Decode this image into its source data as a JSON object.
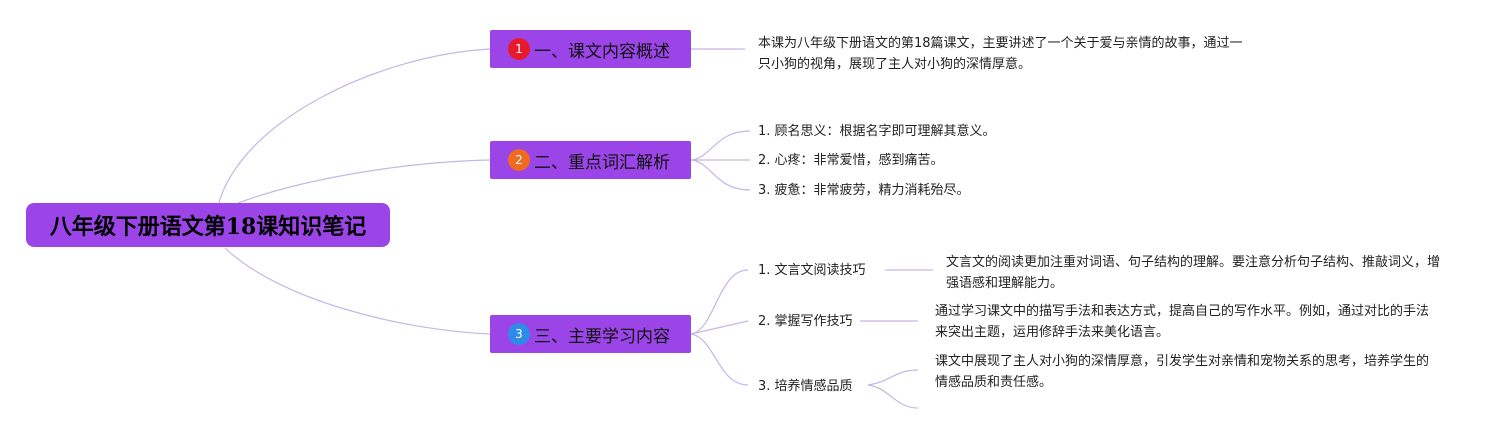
{
  "root": {
    "title": "八年级下册语文第18课知识笔记"
  },
  "branches": [
    {
      "badge": "1",
      "title": "一、课文内容概述",
      "desc": "本课为八年级下册语文的第18篇课文，主要讲述了一个关于爱与亲情的故事，通过一只小狗的视角，展现了主人对小狗的深情厚意。"
    },
    {
      "badge": "2",
      "title": "二、重点词汇解析",
      "items": [
        "1. 顾名思义：根据名字即可理解其意义。",
        "2. 心疼：非常爱惜，感到痛苦。",
        "3. 疲惫：非常疲劳，精力消耗殆尽。"
      ]
    },
    {
      "badge": "3",
      "title": "三、主要学习内容",
      "items": [
        {
          "label": "1. 文言文阅读技巧",
          "desc": "文言文的阅读更加注重对词语、句子结构的理解。要注意分析句子结构、推敲词义，增强语感和理解能力。"
        },
        {
          "label": "2. 掌握写作技巧",
          "desc": "通过学习课文中的描写手法和表达方式，提高自己的写作水平。例如，通过对比的手法来突出主题，运用修辞手法来美化语言。"
        },
        {
          "label": "3. 培养情感品质",
          "desc": "课文中展现了主人对小狗的深情厚意，引发学生对亲情和宠物关系的思考，培养学生的情感品质和责任感。"
        }
      ]
    }
  ],
  "colors": {
    "node_fill": "#9b45e8",
    "link": "#c6b6e6"
  }
}
